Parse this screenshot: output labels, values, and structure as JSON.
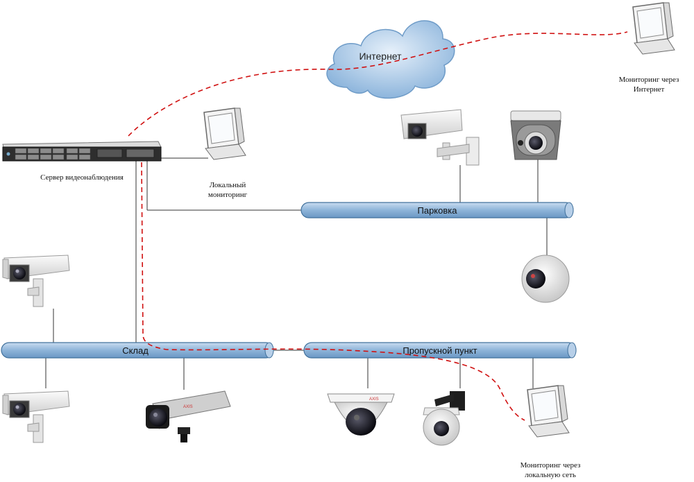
{
  "labels": {
    "server": "Сервер видеонаблюдения",
    "local_monitor": "Локальный\nмониторинг",
    "internet_monitor": "Мониторинг через\nИнтернет",
    "lan_monitor": "Мониторинг через\nлокальную сеть",
    "internet": "Интернет"
  },
  "buses": {
    "parking": "Парковка",
    "warehouse": "Склад",
    "checkpoint": "Пропускной пункт"
  },
  "colors": {
    "bus_fill": "#8eb4d9",
    "bus_stroke": "#41719c",
    "route_line": "#d01010",
    "cloud": "#a9c8e6",
    "wire": "#333333"
  },
  "icons": [
    "server-icon",
    "monitor-icon",
    "cloud-icon",
    "box-camera-icon",
    "ptz-camera-icon",
    "dome-camera-icon",
    "fixed-camera-icon"
  ]
}
